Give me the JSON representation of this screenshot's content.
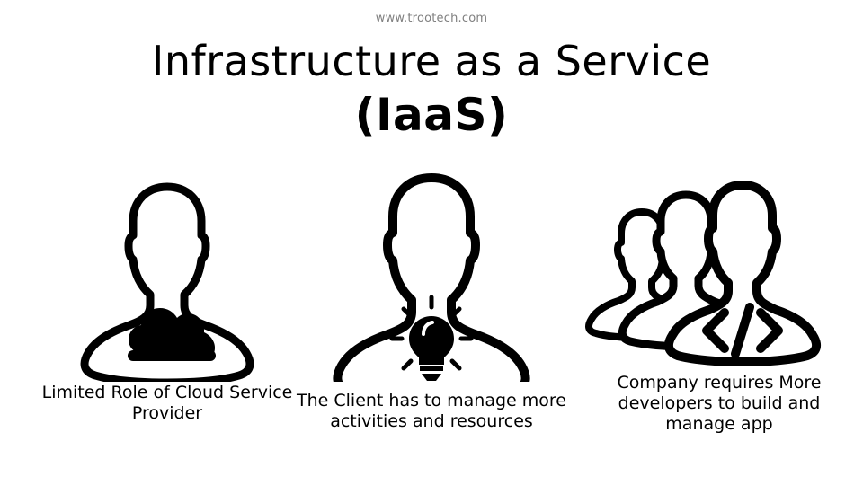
{
  "watermark": {
    "text": "www.trootech.com",
    "color": "#808080"
  },
  "title": {
    "line1": "Infrastructure as a Service",
    "line2": "(IaaS)"
  },
  "theme": {
    "background": "#ffffff",
    "ink": "#000000"
  },
  "columns": [
    {
      "id": "limited-role-cloud-provider",
      "icon": "person-with-cloud-icon",
      "caption": "Limited Role of Cloud Service Provider"
    },
    {
      "id": "client-manages-activities",
      "icon": "person-with-lightbulb-icon",
      "caption": "The Client has to manage more activities and resources"
    },
    {
      "id": "more-developers-needed",
      "icon": "people-group-with-code-icon",
      "caption": "Company requires More developers to build and manage app"
    }
  ]
}
